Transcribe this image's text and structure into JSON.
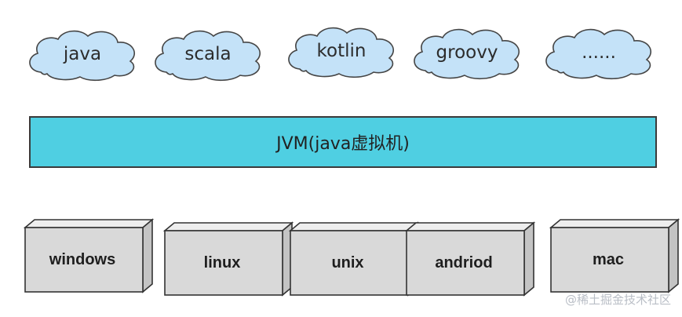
{
  "languages": [
    "java",
    "scala",
    "kotlin",
    "groovy",
    "......"
  ],
  "jvm_label": "JVM(java虚拟机)",
  "platforms": [
    "windows",
    "linux",
    "unix",
    "andriod",
    "mac"
  ],
  "watermark": "@稀土掘金技术社区",
  "colors": {
    "cloud_fill": "#c4e2f8",
    "cloud_stroke": "#454545",
    "jvm_fill": "#4fcfe2",
    "box_front": "#d9d9d9",
    "box_top": "#eeeeee",
    "box_side": "#c4c4c4",
    "box_stroke": "#333333"
  }
}
